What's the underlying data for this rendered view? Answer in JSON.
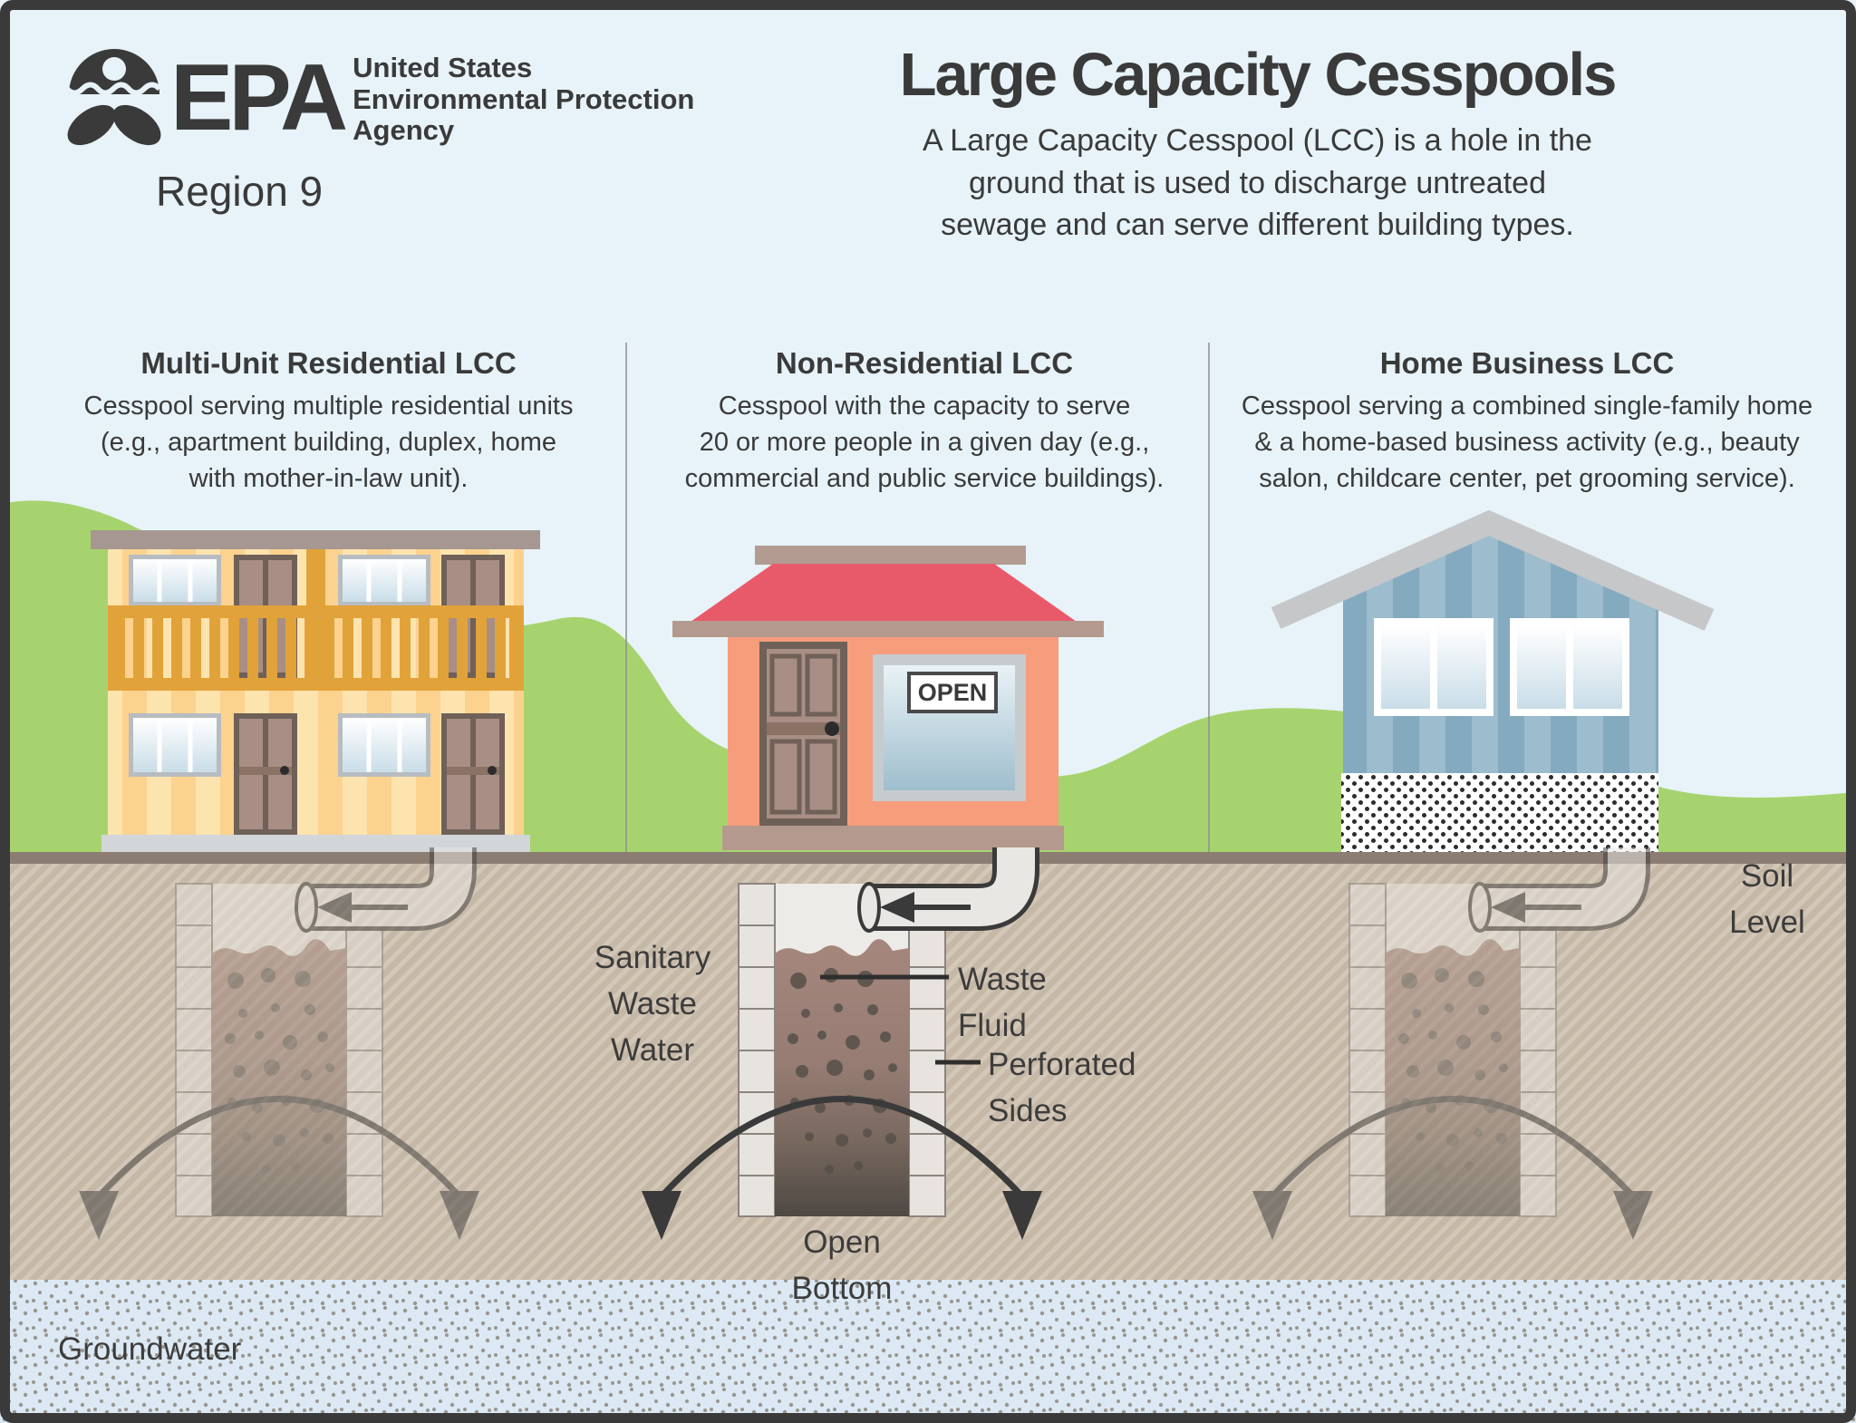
{
  "header": {
    "epa_wordmark": "EPA",
    "agency_name": "United States\nEnvironmental Protection\nAgency",
    "region": "Region 9",
    "title": "Large Capacity Cesspools",
    "subtitle": "A Large Capacity Cesspool (LCC) is a hole in the\nground that is used to discharge untreated\nsewage and can serve different building types."
  },
  "columns": [
    {
      "heading": "Multi-Unit Residential LCC",
      "description": "Cesspool serving multiple residential units\n(e.g., apartment building, duplex, home\nwith mother-in-law unit)."
    },
    {
      "heading": "Non-Residential LCC",
      "description": "Cesspool with the capacity to serve\n20 or more people in a given day (e.g.,\ncommercial and public service buildings)."
    },
    {
      "heading": "Home Business LCC",
      "description": "Cesspool serving a combined single-family home\n& a home-based business activity (e.g., beauty\nsalon, childcare center, pet grooming service)."
    }
  ],
  "diagram_labels": {
    "sanitary_waste_water": "Sanitary\nWaste\nWater",
    "waste_fluid": "Waste\nFluid",
    "perforated_sides": "Perforated\nSides",
    "open_bottom": "Open Bottom",
    "soil_level": "Soil\nLevel",
    "groundwater": "Groundwater",
    "open_sign": "OPEN"
  },
  "colors": {
    "sky": "#e7f3f8",
    "grass": "#a7d36f",
    "soil": "#cbbeae",
    "soil_line": "#8b7d72",
    "groundwater": "#dce9f4",
    "waste_fluid_top": "#a5867d",
    "trim_orange": "#e2a23a",
    "shop_wall": "#f69d7c",
    "shop_roof": "#e85a6a",
    "house_blue": "#8db1c5",
    "ink": "#3a3a3a"
  }
}
